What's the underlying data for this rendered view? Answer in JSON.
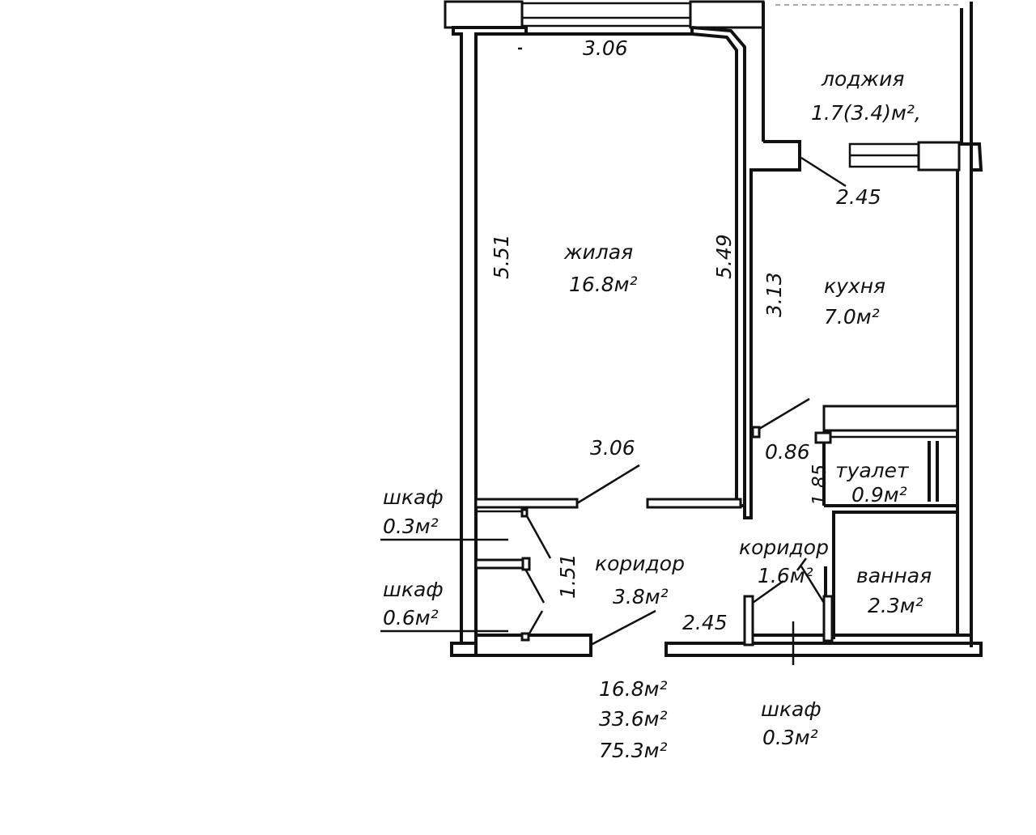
{
  "rooms": {
    "living": {
      "name": "жилая",
      "area": "16.8м²"
    },
    "loggia": {
      "name": "лоджия",
      "area": "1.7(3.4)м²,"
    },
    "kitchen": {
      "name": "кухня",
      "area": "7.0м²"
    },
    "toilet": {
      "name": "туалет",
      "area": "0.9м²"
    },
    "bath": {
      "name": "ванная",
      "area": "2.3м²"
    },
    "corridor_left": {
      "name": "коридор",
      "area": "3.8м²"
    },
    "corridor_right": {
      "name": "коридор",
      "area": "1.6м²"
    },
    "closet_1": {
      "name": "шкаф",
      "area": "0.3м²"
    },
    "closet_2": {
      "name": "шкаф",
      "area": "0.6м²"
    },
    "closet_3": {
      "name": "шкаф",
      "area": "0.3м²"
    }
  },
  "dimensions": {
    "living_top": "3.06",
    "living_left": "5.51",
    "living_right": "5.49",
    "living_bottom": "3.06",
    "kitchen_width": "2.45",
    "kitchen_height": "3.13",
    "door_width": "0.86",
    "toilet_depth": "1.85",
    "corridor_height": "1.51",
    "corridor_width": "2.45"
  },
  "totals": [
    "16.8м²",
    "33.6м²",
    "75.3м²"
  ]
}
